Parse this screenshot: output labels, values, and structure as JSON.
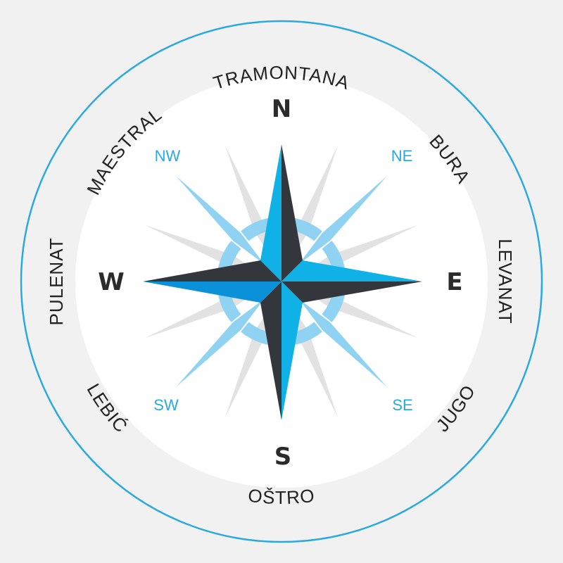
{
  "colors": {
    "background": "#f1f1f1",
    "outer_ring": "#29a9e1",
    "inner_disc": "#ffffff",
    "rose_dark": "#33363b",
    "rose_cyan": "#0fb1e6",
    "rose_blue": "#0a91da",
    "accent_light": "#8fd2f2",
    "minor_gray": "#e2e2e2",
    "wind_text": "#222222",
    "cardinal_text": "#2b2b2b",
    "intercardinal_text": "#29a9e1"
  },
  "cardinals": {
    "north": "N",
    "east": "E",
    "south": "S",
    "west": "W"
  },
  "intercardinals": {
    "northeast": "NE",
    "southeast": "SE",
    "southwest": "SW",
    "northwest": "NW"
  },
  "winds": {
    "north": "TRAMONTANA",
    "northeast": "BURA",
    "east": "LEVANAT",
    "southeast": "JUGO",
    "south": "OŠTRO",
    "southwest": "LEBIĆ",
    "west": "PULENAT",
    "northwest": "MAESTRAL"
  }
}
